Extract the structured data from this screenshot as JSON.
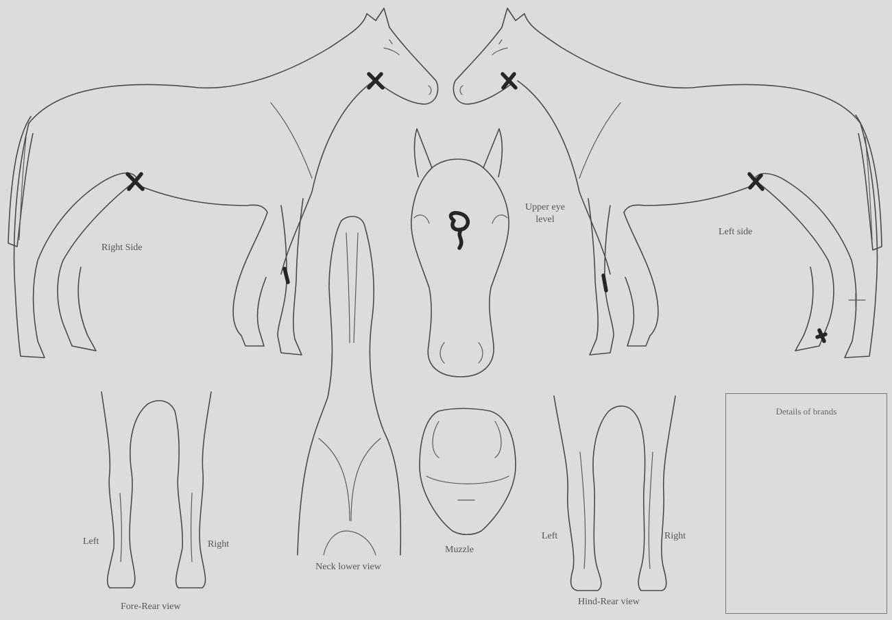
{
  "diagram": {
    "labels": {
      "right_side": "Right Side",
      "left_side": "Left side",
      "upper_eye_level": "Upper eye level",
      "fore_left": "Left",
      "fore_right": "Right",
      "fore_rear_view": "Fore-Rear view",
      "neck_lower_view": "Neck lower view",
      "muzzle": "Muzzle",
      "hind_left": "Left",
      "hind_right": "Right",
      "hind_rear_view": "Hind-Rear view",
      "brands_box_title": "Details of brands"
    },
    "colors": {
      "paper": "#dcdcdc",
      "line": "#4a4a4a",
      "marking": "#262626"
    }
  }
}
